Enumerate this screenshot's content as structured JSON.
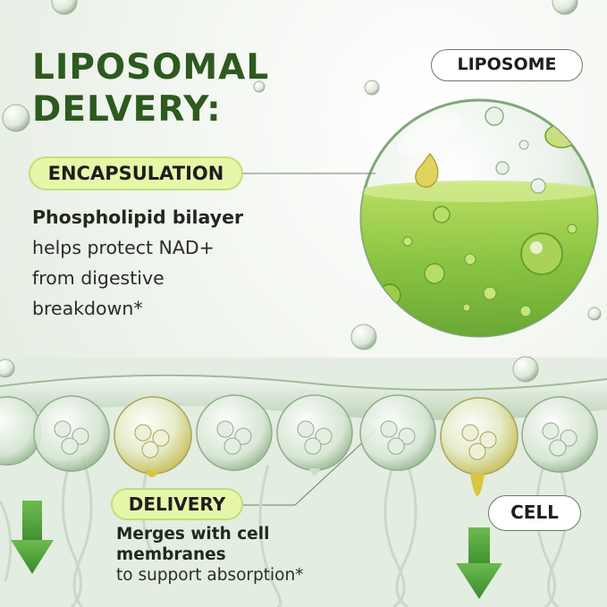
{
  "title": {
    "line1": "LIPOSOMAL",
    "line2": "DELVERY:"
  },
  "labels": {
    "encapsulation": "ENCAPSULATION",
    "liposome": "LIPOSOME",
    "delivery": "DELIVERY",
    "cell": "CELL"
  },
  "encapsulation_text": {
    "bold": "Phospholipid bilayer",
    "lines": [
      "helps protect NAD+",
      "from digestive",
      "breakdown*"
    ]
  },
  "delivery_text": {
    "bold_lines": [
      "Merges with cell",
      "membranes"
    ],
    "line": "to support absorption*"
  },
  "colors": {
    "title": "#2d5a1e",
    "pill_green_fill": "#e6f7a9",
    "arrow_green": "#4c9a3a",
    "liquid_green": "#8cc63f"
  },
  "icons": [
    "down-arrow-icon",
    "down-arrow-icon"
  ]
}
